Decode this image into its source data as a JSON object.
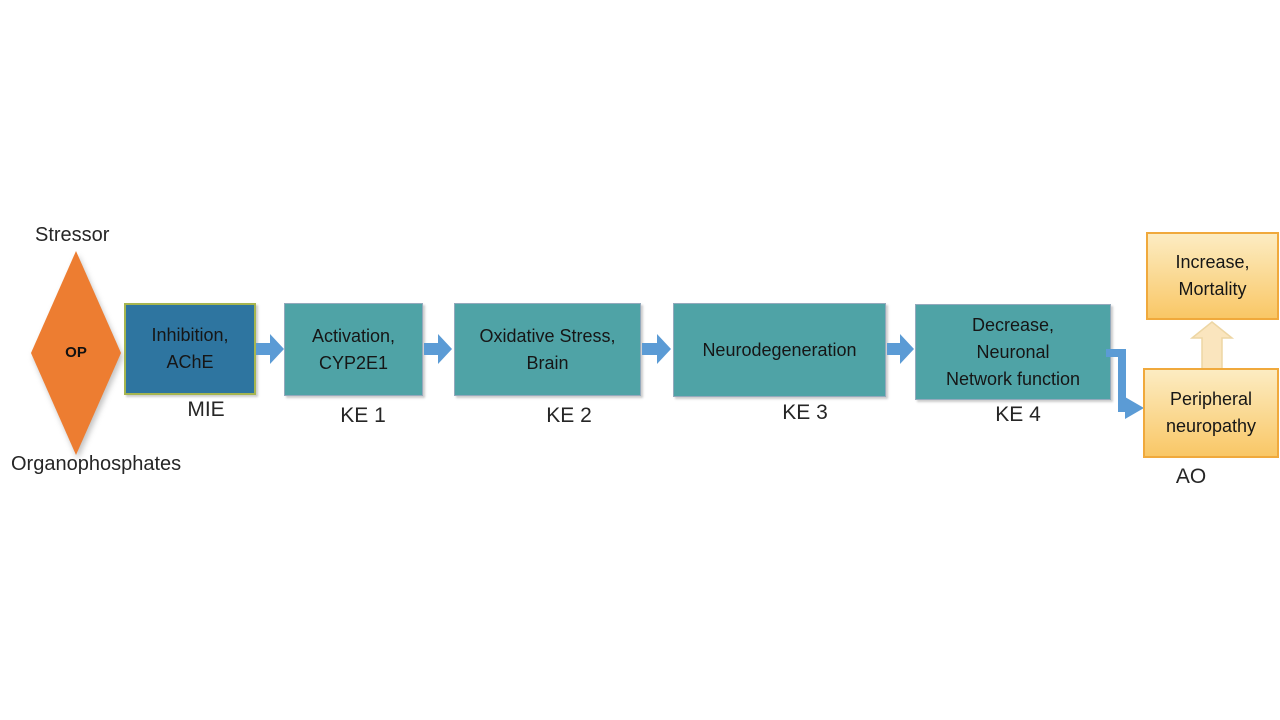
{
  "stressor": {
    "top_label": "Stressor",
    "diamond_text": "OP",
    "bottom_label": "Organophosphates"
  },
  "pathway": {
    "mie": {
      "line1": "Inhibition,",
      "line2": "AChE",
      "tag": "MIE"
    },
    "ke1": {
      "line1": "Activation,",
      "line2": "CYP2E1",
      "tag": "KE 1"
    },
    "ke2": {
      "line1": "Oxidative Stress,",
      "line2": "Brain",
      "tag": "KE 2"
    },
    "ke3": {
      "line1": "Neurodegeneration",
      "tag": "KE 3"
    },
    "ke4": {
      "line1": "Decrease,",
      "line2": "Neuronal",
      "line3": "Network function",
      "tag": "KE 4"
    },
    "ao": {
      "line1": "Peripheral",
      "line2": "neuropathy",
      "tag": "AO"
    },
    "outcome": {
      "line1": "Increase,",
      "line2": "Mortality"
    }
  },
  "colors": {
    "diamond_fill": "#ED7D31",
    "mie_fill": "#2E75A0",
    "mie_border": "#A6B550",
    "ke_fill": "#4FA3A6",
    "ke_border": "#93A9BC",
    "ao_fill_top": "#FCECC2",
    "ao_fill_bottom": "#F9C766",
    "ao_border": "#F0A93C",
    "arrow_blue": "#5B9BD5",
    "up_arrow_fill": "#FAE5BE",
    "up_arrow_border": "#EDD6A4",
    "text_dark": "#1F1F1F"
  }
}
